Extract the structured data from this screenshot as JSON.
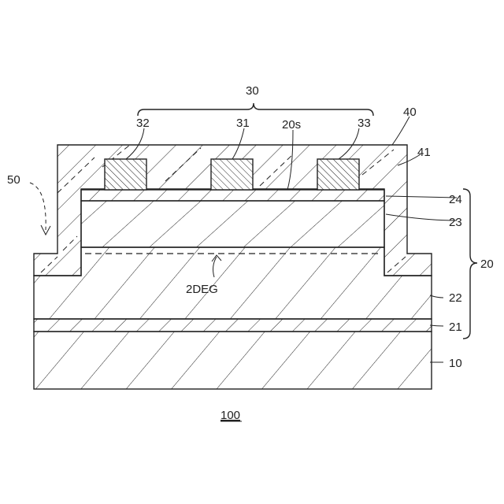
{
  "labels": {
    "group_electrodes": "30",
    "electrode_left": "32",
    "electrode_center": "31",
    "electrode_right": "33",
    "surface": "20s",
    "insulator": "40",
    "insulator_inner": "41",
    "recess": "50",
    "layer_24": "24",
    "layer_23": "23",
    "layer_22": "22",
    "layer_21": "21",
    "substrate": "10",
    "group_layers": "20",
    "two_deg": "2DEG",
    "figure_ref": "100"
  }
}
